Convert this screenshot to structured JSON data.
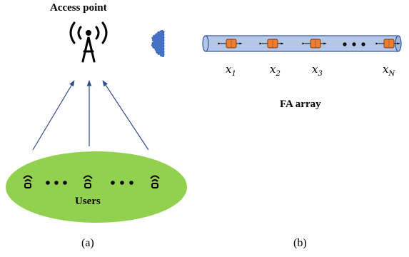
{
  "panel_a": {
    "access_point_label": "Access point",
    "users_label": "Users",
    "caption": "(a)"
  },
  "panel_b": {
    "array_label": "FA array",
    "positions": [
      {
        "symbol": "x",
        "sub": "1"
      },
      {
        "symbol": "x",
        "sub": "2"
      },
      {
        "symbol": "x",
        "sub": "3"
      },
      {
        "symbol": "x",
        "sub": "N"
      }
    ],
    "caption": "(b)"
  },
  "colors": {
    "ellipse": "#92d050",
    "arrow": "#2f4b8f",
    "cloud": "#4472c4",
    "tube": "#b4c7e7",
    "port": "#ed7d31"
  },
  "icons": [
    "antenna-tower-icon",
    "wifi-icon",
    "cloud-icon",
    "fluid-port-icon"
  ]
}
